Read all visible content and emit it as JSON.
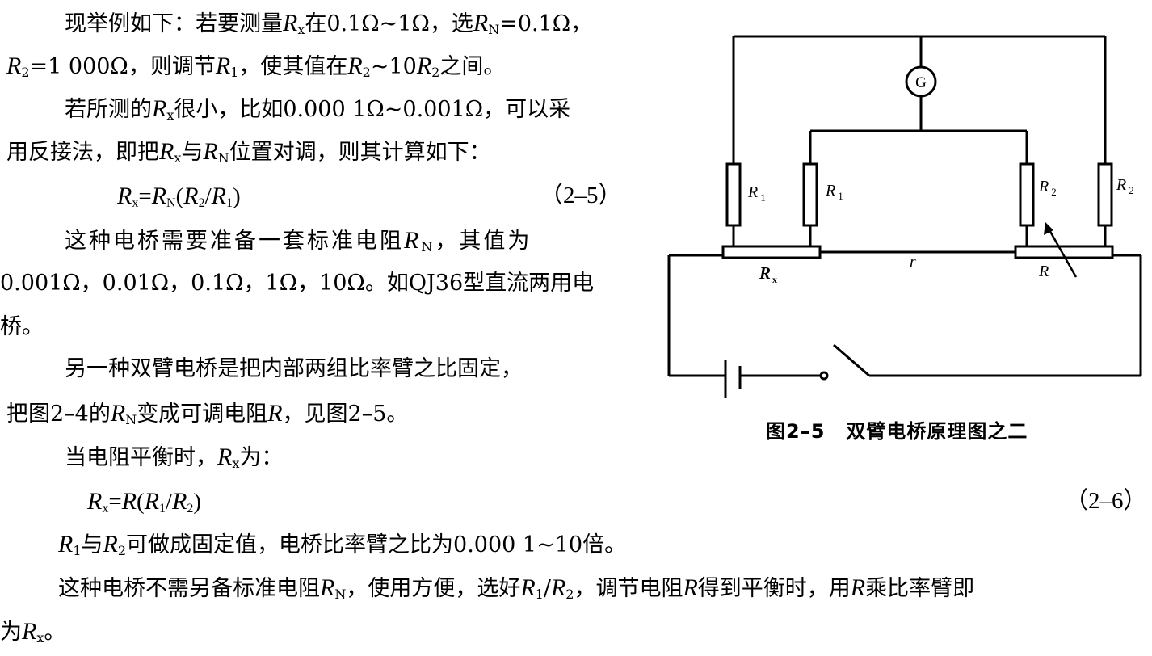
{
  "text": {
    "p1_a": "现举例如下：若要测量",
    "p1_b": "在0.1Ω~1Ω，选",
    "p1_c": "=0.1Ω，",
    "p1_d": "=1 000Ω，则调节",
    "p1_e": "，使其值在",
    "p1_f": "~10",
    "p1_g": "之间。",
    "p2_a": "若所测的",
    "p2_b": "很小，比如0.000 1Ω~0.001Ω，可以采",
    "p2_c": "用反接法，即把",
    "p2_d": "与",
    "p2_e": "位置对调，则其计算如下：",
    "eq5_rhs": "(",
    "eq5_slash": "/",
    "eq5_close": ")",
    "eq5_no": "（2–5）",
    "p3_a": "这种电桥需要准备一套标准电阻",
    "p3_b": "，其值为",
    "p3_c": "0.001Ω，0.01Ω，0.1Ω，1Ω，10Ω。如QJ36型直流两用电",
    "p3_d": "桥。",
    "p4_a": "另一种双臂电桥是把内部两组比率臂之比固定，",
    "p4_b": "把图2–4的",
    "p4_c": "变成可调电阻",
    "p4_d": "，见图2–5。",
    "p5_a": "当电阻平衡时，",
    "p5_b": "为：",
    "eq6_no": "（2–6）",
    "p6_a": "与",
    "p6_b": "可做成固定值，电桥比率臂之比为0.000 1~10倍。",
    "p7_a": "这种电桥不需另备标准电阻",
    "p7_b": "，使用方便，选好",
    "p7_c": "，调节电阻",
    "p7_d": "得到平衡时，用",
    "p7_e": "乘比率臂即",
    "p7_f": "为",
    "p7_g": "。",
    "equals": "=",
    "slash": "/"
  },
  "symbols": {
    "R": "R",
    "sub_x": "x",
    "sub_N": "N",
    "sub_1": "1",
    "sub_2": "2"
  },
  "figure": {
    "galvanometer": "G",
    "label_R1_left": "R",
    "label_R1_left_sub": "1",
    "label_R1_inner": "R",
    "label_R1_inner_sub": "1",
    "label_R2_inner": "R",
    "label_R2_inner_sub": "2",
    "label_R2_right": "R",
    "label_R2_right_sub": "2",
    "label_Rx": "R",
    "label_Rx_sub": "x",
    "label_r": "r",
    "label_R": "R",
    "caption_num": "图2–5",
    "caption_text": "双臂电桥原理图之二"
  }
}
